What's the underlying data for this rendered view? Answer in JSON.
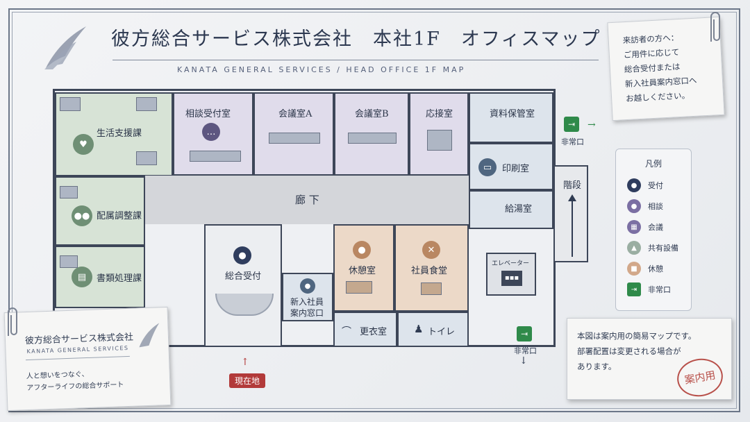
{
  "header": {
    "title": "彼方総合サービス株式会社　本社1F　オフィスマップ",
    "subtitle": "KANATA GENERAL SERVICES / HEAD OFFICE 1F MAP"
  },
  "rooms": {
    "seikatsu": "生活支援課",
    "haizoku": "配属調整課",
    "shorui": "書類処理課",
    "soudan": "相談受付室",
    "kaigi_a": "会議室A",
    "kaigi_b": "会議室B",
    "ousetsu": "応接室",
    "shiryou": "資料保管室",
    "insatsu": "印刷室",
    "kyuutou": "給湯室",
    "kaidan": "階段",
    "rouka": "廊 下",
    "sougou": "総合受付",
    "shinnyuu": "新入社員\n案内窓口",
    "kyuukei": "休憩室",
    "shokudou": "社員食堂",
    "kouishitsu": "更衣室",
    "toilet": "トイレ",
    "elevator": "エレベーター"
  },
  "markers": {
    "exit_top": "非常口",
    "exit_bottom": "非常口",
    "current": "現在地"
  },
  "legend": {
    "title": "凡例",
    "items": [
      {
        "label": "受付",
        "color": "#2f3d5e",
        "icon": "person-icon"
      },
      {
        "label": "相談",
        "color": "#7b6fa3",
        "icon": "person-icon"
      },
      {
        "label": "会議",
        "color": "#7b6fa3",
        "icon": "meeting-icon"
      },
      {
        "label": "共有設備",
        "color": "#9aaea2",
        "icon": "shared-icon"
      },
      {
        "label": "休憩",
        "color": "#d2a88a",
        "icon": "rest-icon"
      },
      {
        "label": "非常口",
        "color": "#2f8a4a",
        "icon": "exit-icon"
      }
    ]
  },
  "notes": {
    "visitor_line1": "来訪者の方へ：",
    "visitor_line2": "ご用件に応じて",
    "visitor_line3": "総合受付または",
    "visitor_line4": "新入社員案内窓口へ",
    "visitor_line5": "お越しください。",
    "disclaimer_line1": "本図は案内用の簡易マップです。",
    "disclaimer_line2": "部署配置は変更される場合が",
    "disclaimer_line3": "あります。",
    "stamp": "案内用"
  },
  "card": {
    "company": "彼方総合サービス株式会社",
    "company_en": "KANATA GENERAL SERVICES",
    "tagline1": "人と想いをつなぐ、",
    "tagline2": "アフターライフの総合サポート"
  }
}
